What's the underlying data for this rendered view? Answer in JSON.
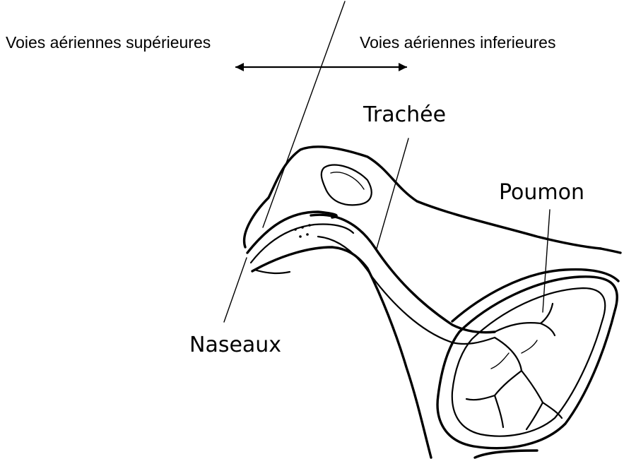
{
  "header": {
    "upper_airways_label": "Voies aériennes supérieures",
    "lower_airways_label": "Voies aériennes inferieures"
  },
  "labels": {
    "trachea": "Trachée",
    "lung": "Poumon",
    "nostrils": "Naseaux"
  },
  "colors": {
    "ink": "#000000",
    "background": "#ffffff"
  }
}
